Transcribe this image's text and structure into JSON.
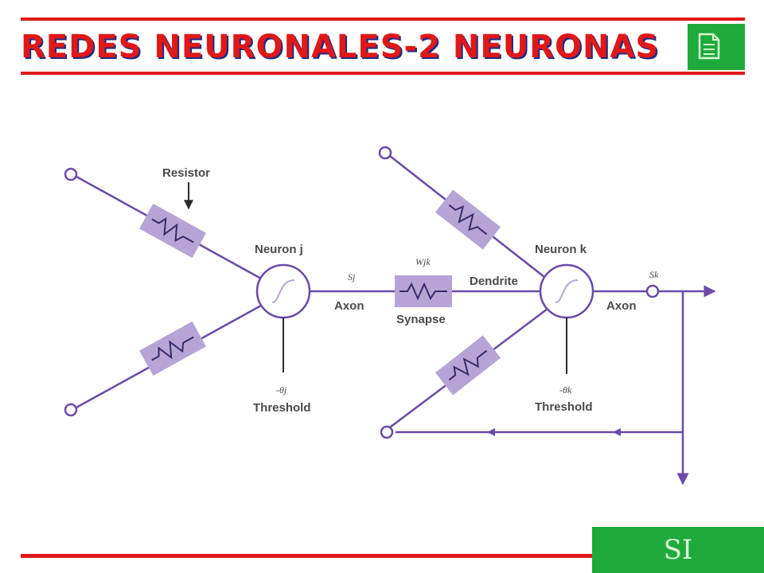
{
  "slide": {
    "title": "REDES NEURONALES-2 NEURONAS",
    "footer": "SI",
    "title_color": "#e01818",
    "rule_color": "#e01818",
    "accent_green": "#1faa3c",
    "icon": "document-icon"
  },
  "diagram": {
    "labels": {
      "resistor": "Resistor",
      "neuron_j": "Neuron j",
      "neuron_k": "Neuron k",
      "s_j": "Sj",
      "s_k": "Sk",
      "w_jk": "Wjk",
      "axon_j": "Axon",
      "axon_k": "Axon",
      "synapse": "Synapse",
      "dendrite": "Dendrite",
      "theta_j": "-θj",
      "theta_k": "-θk",
      "threshold_j": "Threshold",
      "threshold_k": "Threshold"
    },
    "colors": {
      "wire": "#6a4aa8",
      "resistor_fill": "#b7a4d6"
    }
  }
}
